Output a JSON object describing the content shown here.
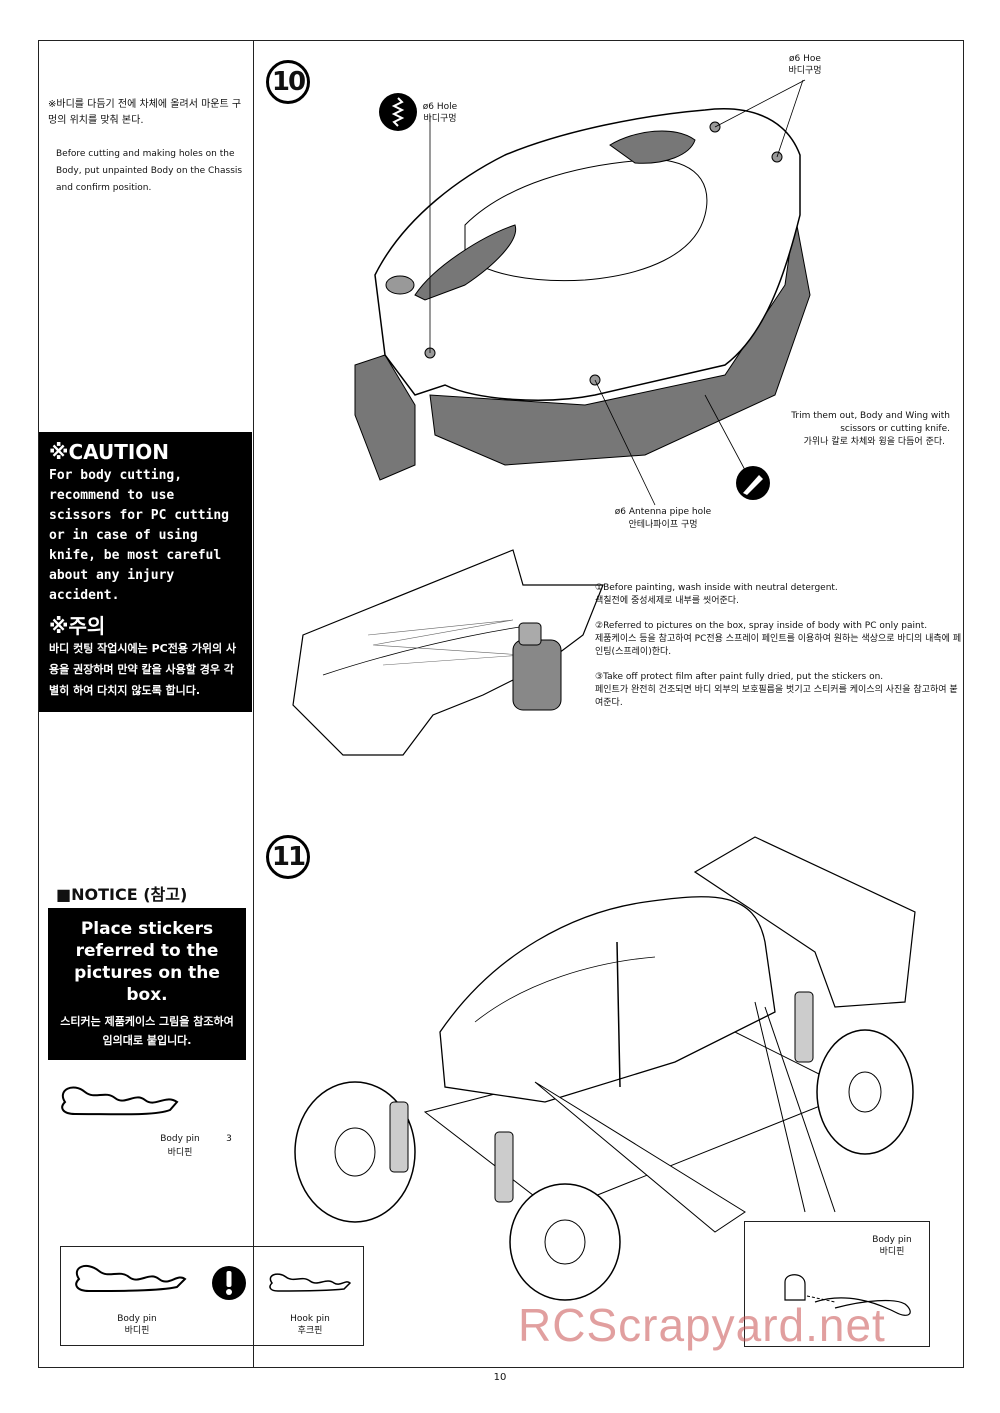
{
  "left_notes": {
    "ko_instruction": "※바디를 다듬기 전에 차체에 올려서 마운트 구멍의 위치를 맞춰 본다.",
    "en_instruction": "Before cutting and making holes on the Body, put unpainted Body on the Chassis and confirm position."
  },
  "caution": {
    "title": "※CAUTION",
    "text_en": "For body cutting, recommend to use scissors for PC cutting or in case of using knife, be most careful about any injury accident.",
    "title_ko": "※주의",
    "text_ko": "바디 컷팅 작업시에는 PC전용 가위의 사용을 권장하며 만약 칼을 사용할 경우 각별히 하여 다치지 않도록 합니다."
  },
  "notice": {
    "title": "■NOTICE (참고)",
    "text_en": "Place stickers referred to the pictures on the box.",
    "text_ko": "스티커는 제품케이스 그림을 참조하여 임의대로 붙입니다."
  },
  "parts": {
    "body_pin_label_en": "Body pin",
    "body_pin_qty": "3",
    "body_pin_label_ko": "바디핀"
  },
  "legend": {
    "body_pin_en": "Body pin",
    "body_pin_ko": "바디핀",
    "hook_pin_en": "Hook pin",
    "hook_pin_ko": "후크핀"
  },
  "step10": {
    "number": "10",
    "hole_left_en": "ø6 Hole",
    "hole_left_ko": "바디구멍",
    "hole_top_en": "ø6 Hoe",
    "hole_top_ko": "바디구멍",
    "trim_en": "Trim them out, Body and Wing with scissors or cutting knife.",
    "trim_ko": "가위나 칼로 차체와 윙을 다듬어 준다.",
    "antenna_en": "ø6 Antenna pipe hole",
    "antenna_ko": "안테나파이프 구멍"
  },
  "painting": {
    "step1_en": "①Before painting, wash inside with neutral detergent.",
    "step1_ko": "색칠전에 중성세제로 내부를 씻어준다.",
    "step2_en": "②Referred to pictures on the box, spray inside of body with PC only paint.",
    "step2_ko": "제품케이스 등을 참고하여 PC전용 스프레이 페인트를 이용하여 원하는 색상으로 바디의 내측에 페인팅(스프레이)한다.",
    "step3_en": "③Take off protect film after paint fully dried, put the stickers on.",
    "step3_ko": "페인트가 완전히 건조되면 바디 외부의 보호필름을 벗기고 스티커를 케이스의 사진을 참고하여 붙여준다."
  },
  "step11": {
    "number": "11",
    "detail_en": "Body pin",
    "detail_ko": "바디핀"
  },
  "watermark": "RCScrapyard.net",
  "page_number": "10"
}
